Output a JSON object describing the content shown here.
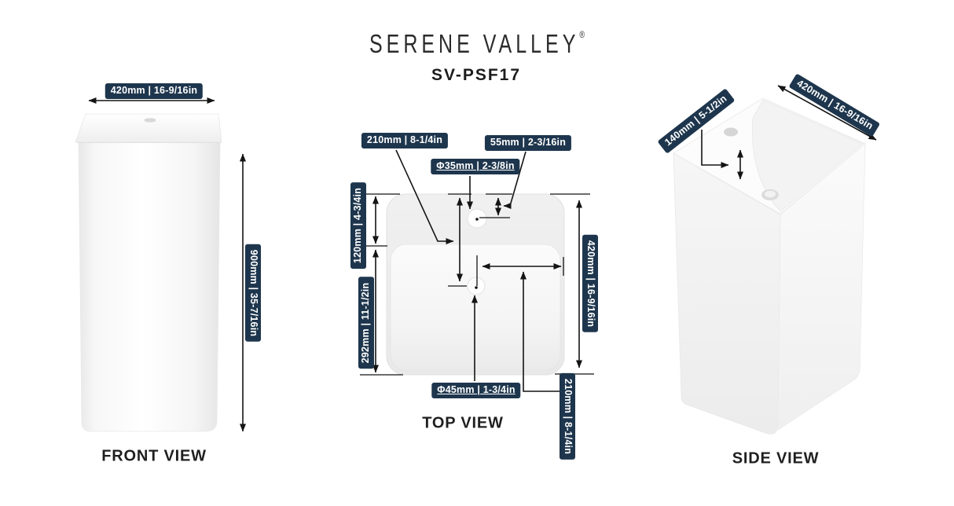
{
  "brand": {
    "logo": "SERENE VALLEY",
    "registered": "®",
    "model": "SV-PSF17"
  },
  "colors": {
    "label_bg": "#1e364d",
    "label_text": "#ffffff",
    "dimension_line": "#141414",
    "sink_fill": "#f5f5f5",
    "background": "#ffffff"
  },
  "views": {
    "front": {
      "title": "FRONT VIEW",
      "labels": {
        "width": "420mm | 16-9/16in",
        "height": "900mm | 35-7/16in"
      }
    },
    "top": {
      "title": "TOP VIEW",
      "labels": {
        "deck_to_drain": "210mm | 8-1/4in",
        "faucet_offset": "55mm | 2-3/16in",
        "faucet_diameter": "Φ35mm | 2-3/8in",
        "deck_depth": "120mm | 4-3/4in",
        "basin_depth": "292mm | 11-1/2in",
        "side_length": "420mm | 16-9/16in",
        "drain_diameter": "Φ45mm | 1-3/4in",
        "drain_offset": "210mm | 8-1/4in"
      }
    },
    "side": {
      "title": "SIDE VIEW",
      "labels": {
        "faucet_inset": "140mm | 5-1/2in",
        "top_width": "420mm | 16-9/16in"
      }
    }
  }
}
